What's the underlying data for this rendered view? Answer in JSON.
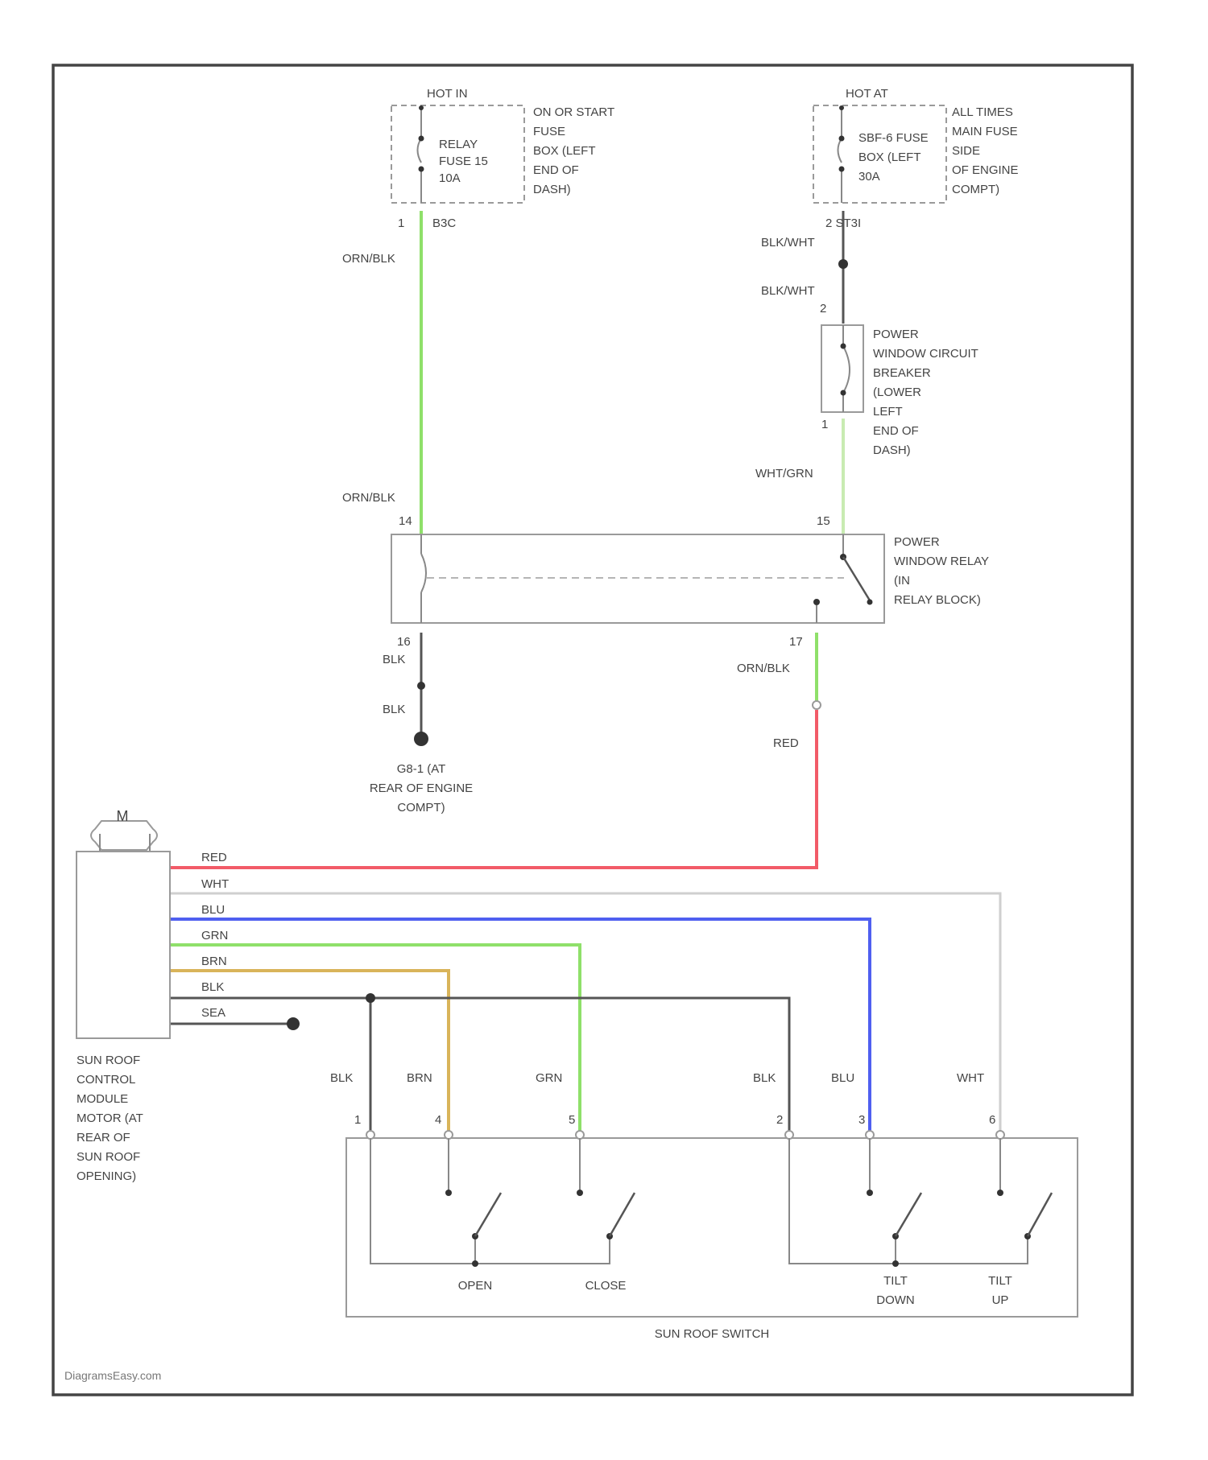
{
  "colors": {
    "ORN_BLK": "#8fe06a",
    "RED": "#f25b68",
    "WHT": "#cfcfcf",
    "BLU": "#4f5ff0",
    "GRN": "#8fe06a",
    "BRN": "#d9b45a",
    "BLK": "#555555",
    "WHT_GRN": "#c8ebb2",
    "FRAME": "#444444"
  },
  "fuse_left": {
    "hot": "HOT IN",
    "lines": [
      "RELAY",
      "FUSE 15",
      "10A"
    ],
    "location": [
      "ON OR START",
      "FUSE",
      "BOX (LEFT",
      "END OF",
      "DASH)"
    ],
    "pin": "1",
    "pin_code": "B3C"
  },
  "fuse_right": {
    "hot": "HOT AT",
    "lines": [
      "SBF-6 FUSE",
      "BOX (LEFT",
      "30A"
    ],
    "location": [
      "ALL TIMES",
      "MAIN FUSE",
      "SIDE",
      "OF ENGINE",
      "COMPT)"
    ],
    "pin_code": "2 ST3I"
  },
  "breaker": {
    "label": [
      "POWER",
      "WINDOW CIRCUIT",
      "BREAKER",
      "(LOWER",
      "LEFT",
      "END OF",
      "DASH)"
    ],
    "pin_top": "2",
    "pin_bottom": "1"
  },
  "relay": {
    "label": [
      "POWER",
      "WINDOW RELAY",
      "(IN",
      "RELAY BLOCK)"
    ],
    "pin_in_left": "14",
    "pin_in_right": "15",
    "pin_out_left": "16",
    "pin_out_right": "17"
  },
  "ground": {
    "label": [
      "G8-1 (AT",
      "REAR OF ENGINE",
      "COMPT)"
    ]
  },
  "wires": {
    "orn_blk": "ORN/BLK",
    "blk_wht": "BLK/WHT",
    "wht_grn": "WHT/GRN",
    "blk": "BLK",
    "red": "RED"
  },
  "motor": {
    "symbol": "M",
    "wire_labels": [
      "RED",
      "WHT",
      "BLU",
      "GRN",
      "BRN",
      "BLK",
      "SEA"
    ],
    "label": [
      "SUN ROOF",
      "CONTROL",
      "MODULE",
      "MOTOR (AT",
      "REAR OF",
      "SUN ROOF",
      "OPENING)"
    ]
  },
  "switch": {
    "wire_labels": [
      "BLK",
      "BRN",
      "GRN",
      "BLK",
      "BLU",
      "WHT"
    ],
    "pins": [
      "1",
      "4",
      "5",
      "2",
      "3",
      "6"
    ],
    "labels": [
      "OPEN",
      "CLOSE",
      "TILT",
      "DOWN",
      "TILT",
      "UP"
    ],
    "name": "SUN ROOF SWITCH"
  },
  "watermark": "DiagramsEasy.com"
}
